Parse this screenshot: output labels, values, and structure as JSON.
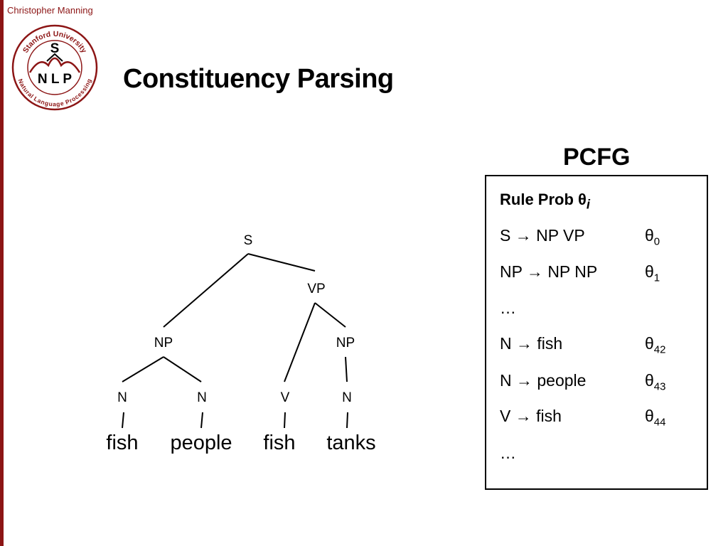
{
  "header": {
    "author": "Christopher Manning",
    "title": "Constituency Parsing"
  },
  "logo": {
    "arc_top": "Stanford University",
    "arc_bottom": "Natural Language Processing",
    "letter_s": "S",
    "letters_nlp": "N L P",
    "color": "#8c1515"
  },
  "tree": {
    "root": "S",
    "vp": "VP",
    "np_left": "NP",
    "np_right": "NP",
    "n1": "N",
    "n2": "N",
    "v": "V",
    "n3": "N",
    "words": [
      "fish",
      "people",
      "fish",
      "tanks"
    ]
  },
  "pcfg": {
    "heading": "PCFG",
    "header_label": "Rule Prob θ",
    "header_sub": "i",
    "rules": [
      {
        "rule": "S → NP VP",
        "prob": "θ",
        "sub": "0"
      },
      {
        "rule": "NP → NP NP",
        "prob": "θ",
        "sub": "1"
      },
      {
        "rule": "…",
        "prob": "",
        "sub": ""
      },
      {
        "rule": "N → fish",
        "prob": "θ",
        "sub": "42"
      },
      {
        "rule": "N → people",
        "prob": "θ",
        "sub": "43"
      },
      {
        "rule": "V → fish",
        "prob": "θ",
        "sub": "44"
      },
      {
        "rule": "…",
        "prob": "",
        "sub": ""
      }
    ]
  },
  "colors": {
    "accent": "#8c1515"
  }
}
